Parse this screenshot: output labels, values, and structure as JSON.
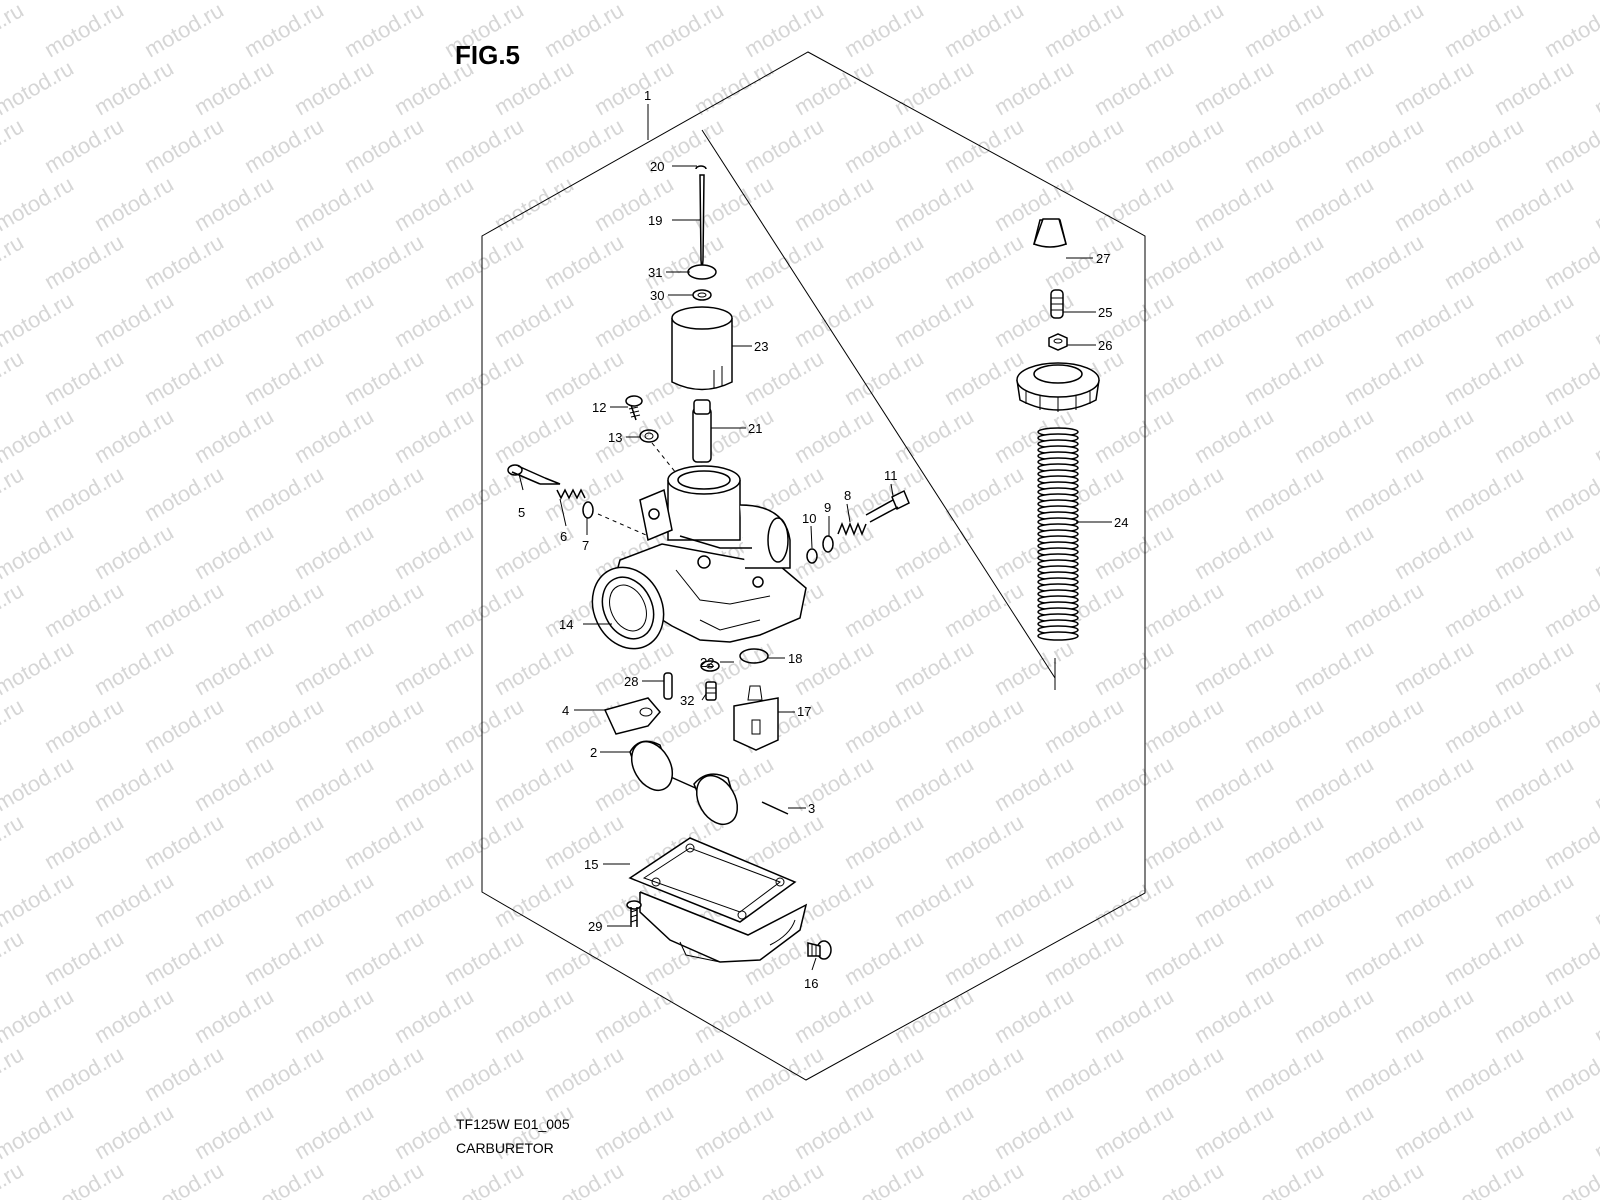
{
  "figure": {
    "title": "FIG.5",
    "drawing_code": "TF125W E01_005",
    "name": "CARBURETOR"
  },
  "watermark": "motod.ru",
  "callouts": [
    "1",
    "2",
    "3",
    "4",
    "5",
    "6",
    "7",
    "8",
    "9",
    "10",
    "11",
    "12",
    "13",
    "14",
    "15",
    "16",
    "17",
    "18",
    "19",
    "20",
    "21",
    "22",
    "23",
    "24",
    "25",
    "26",
    "27",
    "28",
    "29",
    "30",
    "31",
    "32"
  ]
}
